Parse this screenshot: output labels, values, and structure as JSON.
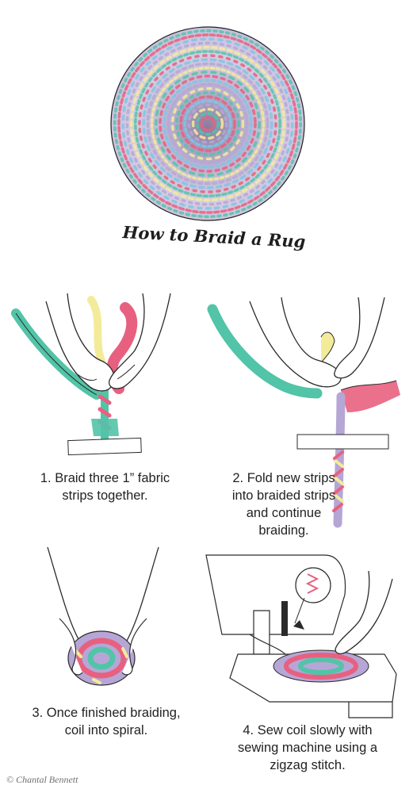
{
  "title": "How to Braid a Rug",
  "steps": [
    {
      "caption": "1. Braid three 1” fabric\nstrips together."
    },
    {
      "caption": "2. Fold new strips\ninto braided strips\nand continue\nbraiding."
    },
    {
      "caption": "3. Once finished braiding,\ncoil into spiral."
    },
    {
      "caption": "4. Sew coil slowly with\nsewing machine using a\nzigzag stitch."
    }
  ],
  "credit": "© Chantal Bennett",
  "colors": {
    "teal": "#52c4a8",
    "pink": "#e8607f",
    "yellow": "#f4eb9a",
    "lavender": "#b6a6d6",
    "ink": "#2a2a2a"
  }
}
